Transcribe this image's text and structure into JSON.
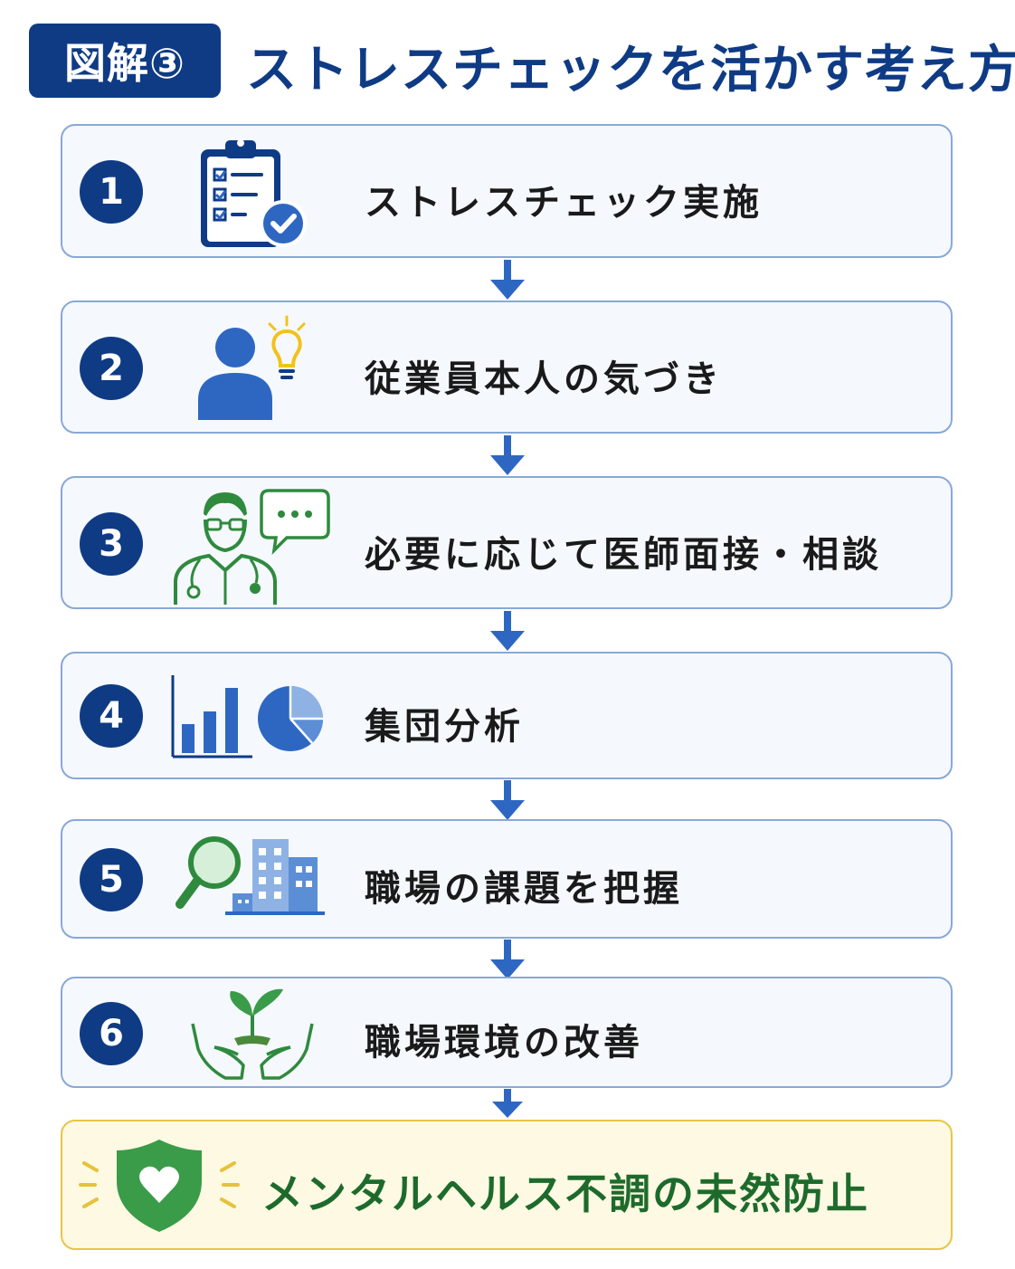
{
  "header": {
    "badge": "図解③",
    "title": "ストレスチェックを活かす考え方"
  },
  "steps": [
    {
      "number": "1",
      "label": "ストレスチェック実施",
      "icon": "clipboard-check-icon"
    },
    {
      "number": "2",
      "label": "従業員本人の気づき",
      "icon": "person-lightbulb-icon"
    },
    {
      "number": "3",
      "label": "必要に応じて医師面接・相談",
      "icon": "doctor-speech-bubble-icon"
    },
    {
      "number": "4",
      "label": "集団分析",
      "icon": "bar-pie-chart-icon"
    },
    {
      "number": "5",
      "label": "職場の課題を把握",
      "icon": "magnifier-building-icon"
    },
    {
      "number": "6",
      "label": "職場環境の改善",
      "icon": "hands-sprout-icon"
    }
  ],
  "result": {
    "label": "メンタルヘルス不調の未然防止",
    "icon": "shield-heart-icon"
  },
  "colors": {
    "navy": "#0f3b85",
    "blue": "#2e67c2",
    "green": "#2f8a3e",
    "box_bg": "#f5f9fe",
    "box_border": "#88a8d8",
    "final_bg": "#fdf9e2",
    "final_border": "#e8c547",
    "bulb_yellow": "#f2c21b"
  }
}
